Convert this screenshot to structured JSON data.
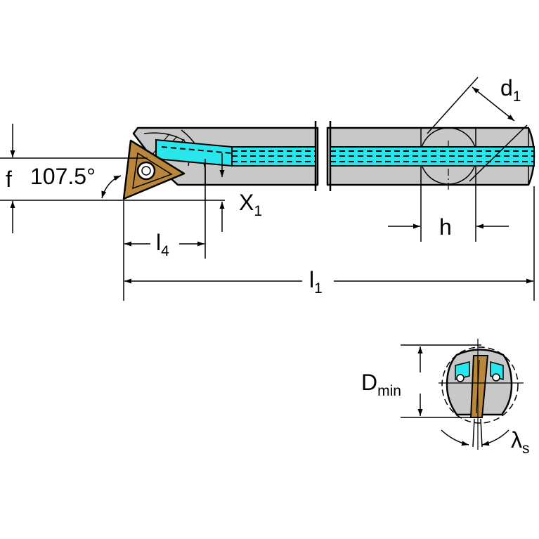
{
  "colors": {
    "body": "#c8c8c8",
    "body_edge": "#000000",
    "coolant": "#29e6ec",
    "insert": "#b9873c",
    "insert_dark": "#6b4a1c",
    "dimension": "#000000"
  },
  "labels": {
    "angle": "107.5°",
    "f": "f",
    "x1_base": "X",
    "x1_sub": "1",
    "l4_base": "l",
    "l4_sub": "4",
    "l1_base": "l",
    "l1_sub": "1",
    "h": "h",
    "d1_base": "d",
    "d1_sub": "1",
    "dmin_base": "D",
    "dmin_sub": "min",
    "lambda_base": "λ",
    "lambda_sub": "s"
  }
}
